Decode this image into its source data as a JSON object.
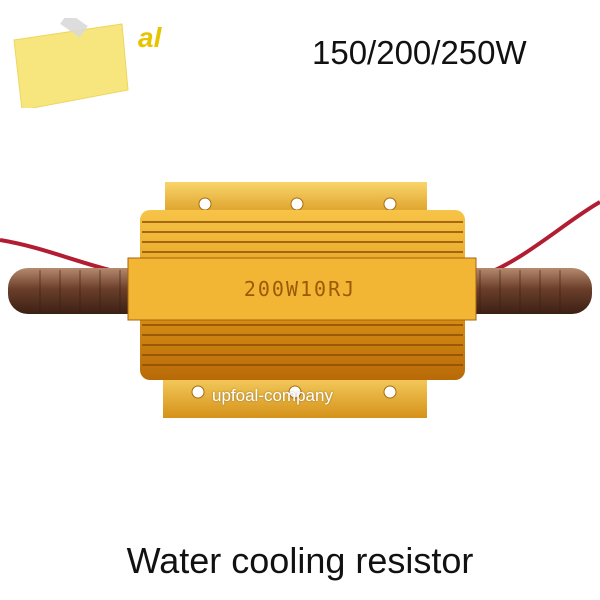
{
  "logo": {
    "text": "al"
  },
  "power_rating": "150/200/250W",
  "resistor_marking": "200W10RJ",
  "watermark": "upfoal-company",
  "caption": "Water cooling resistor",
  "colors": {
    "gold": "#e6a622",
    "copper": "#8d5b3c",
    "wire": "#b21d31",
    "sticky": "#f6e77a"
  }
}
